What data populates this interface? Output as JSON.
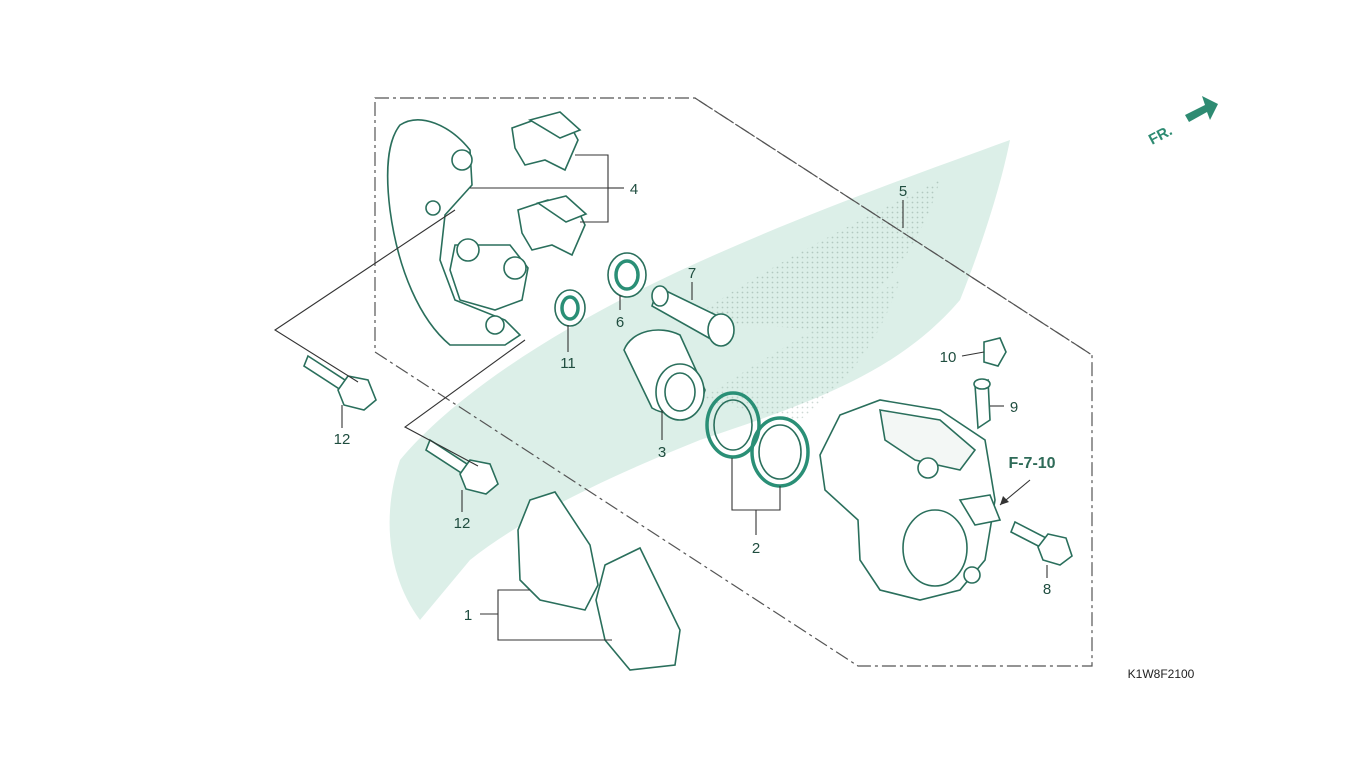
{
  "diagram": {
    "drawing_code": "K1W8F2100",
    "reference": "F-7-10",
    "direction_label": "FR.",
    "colors": {
      "line": "#2a6f5c",
      "accent": "#2a8f76",
      "watermark": "#dcefe8"
    },
    "parts": [
      {
        "number": "1",
        "kind": "brake-pad-set"
      },
      {
        "number": "2",
        "kind": "piston-seal-set"
      },
      {
        "number": "3",
        "kind": "caliper-piston"
      },
      {
        "number": "4",
        "kind": "pad-spring"
      },
      {
        "number": "5",
        "kind": "caliper-assembly"
      },
      {
        "number": "6",
        "kind": "pin-boot"
      },
      {
        "number": "7",
        "kind": "slide-pin"
      },
      {
        "number": "8",
        "kind": "caliper-bolt"
      },
      {
        "number": "9",
        "kind": "bleed-valve"
      },
      {
        "number": "10",
        "kind": "bleed-valve-cap"
      },
      {
        "number": "11",
        "kind": "bracket-boot"
      },
      {
        "number": "12",
        "kind": "bracket-bolt"
      },
      {
        "number": "12",
        "kind": "bracket-bolt"
      }
    ]
  }
}
